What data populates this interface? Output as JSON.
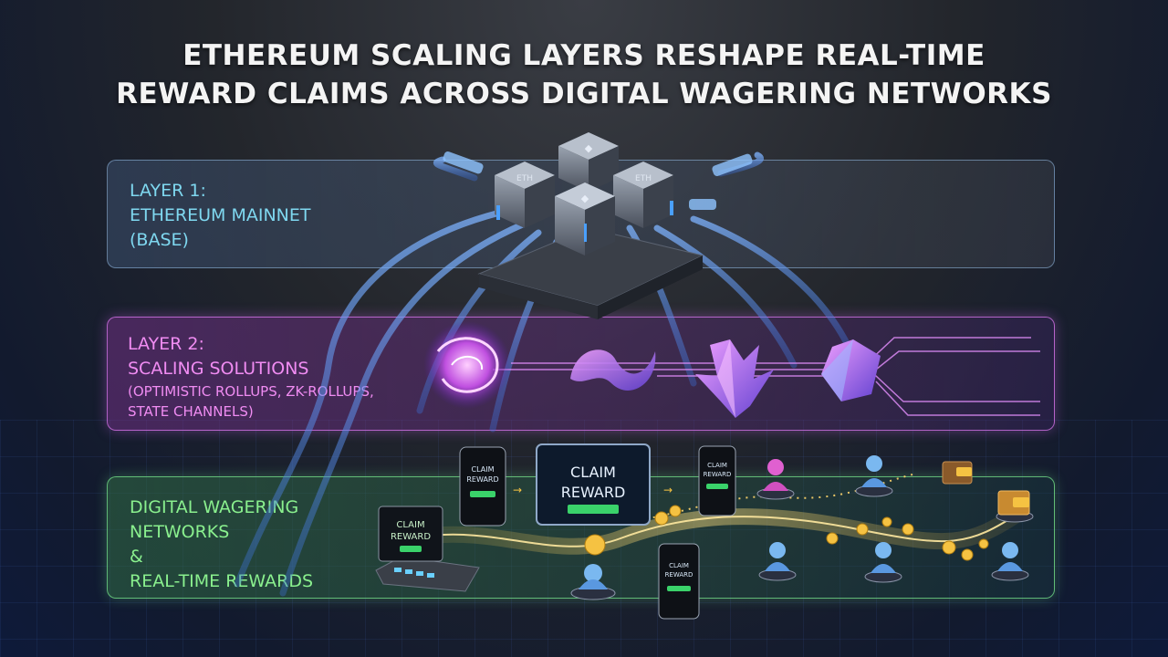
{
  "title": {
    "line1": "ETHEREUM SCALING LAYERS RESHAPE REAL-TIME",
    "line2": "REWARD CLAIMS ACROSS DIGITAL WAGERING NETWORKS"
  },
  "layer1": {
    "line1": "LAYER 1:",
    "line2": "ETHEREUM MAINNET",
    "line3": "(BASE)"
  },
  "layer2": {
    "line1": "LAYER 2:",
    "line2": "SCALING SOLUTIONS",
    "line3": "(OPTIMISTIC ROLLUPS, ZK-ROLLUPS,",
    "line4": "STATE CHANNELS)"
  },
  "layer3": {
    "line1": "DIGITAL WAGERING",
    "line2": "NETWORKS",
    "line3": "&",
    "line4": "REAL-TIME REWARDS"
  },
  "chip_label": "ETH",
  "claim": {
    "big_line1": "CLAIM",
    "big_line2": "REWARD",
    "small_line1": "CLAIM",
    "small_line2": "REWARD"
  },
  "colors": {
    "layer1": "#7fd8f0",
    "layer2": "#f08cf2",
    "layer3": "#8af08e",
    "coin": "#f5c242",
    "stream": "#4a8cf0"
  }
}
